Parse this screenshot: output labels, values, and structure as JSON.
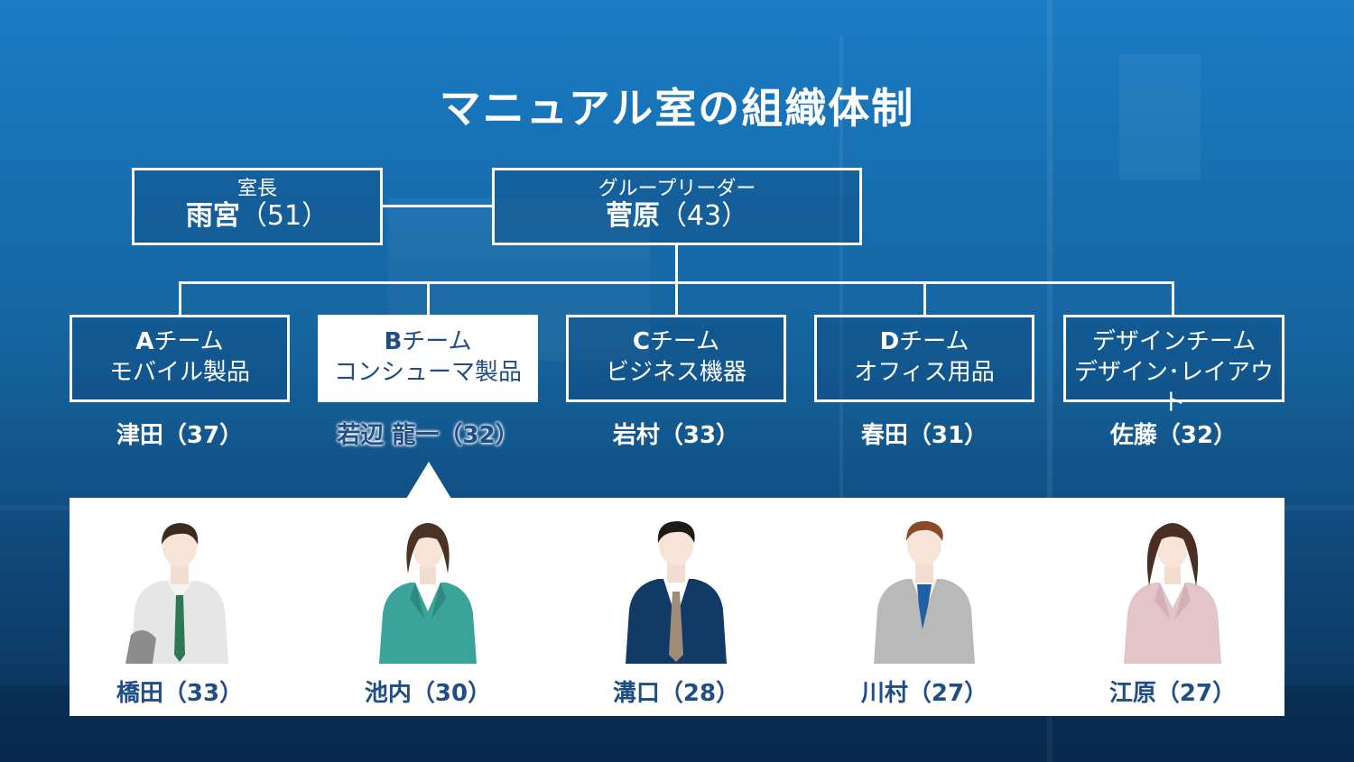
{
  "title": "マニュアル室の組織体制",
  "head": {
    "role": "室長",
    "name": "雨宮",
    "age": "（51）"
  },
  "group_leader": {
    "role": "グループリーダー",
    "name": "菅原",
    "age": "（43）"
  },
  "teams": [
    {
      "code": "A",
      "suffix": "チーム",
      "product": "モバイル製品",
      "leader": "津田（37）",
      "selected": false
    },
    {
      "code": "B",
      "suffix": "チーム",
      "product": "コンシューマ製品",
      "leader": "若辺 龍一（32）",
      "selected": true
    },
    {
      "code": "C",
      "suffix": "チーム",
      "product": "ビジネス機器",
      "leader": "岩村（33）",
      "selected": false
    },
    {
      "code": "D",
      "suffix": "チーム",
      "product": "オフィス用品",
      "leader": "春田（31）",
      "selected": false
    },
    {
      "code": "",
      "suffix": "デザインチーム",
      "product": "デザイン･レイアウト",
      "leader": "佐藤（32）",
      "selected": false
    }
  ],
  "members": [
    {
      "name": "橋田（33）",
      "icon": "male-light-shirt-icon",
      "suit": "#e6e6e6",
      "tie": "#2b7a55"
    },
    {
      "name": "池内（30）",
      "icon": "female-teal-suit-icon",
      "suit": "#3aa39a",
      "tie": "#ffffff"
    },
    {
      "name": "溝口（28）",
      "icon": "male-navy-suit-icon",
      "suit": "#123a66",
      "tie": "#a08a78"
    },
    {
      "name": "川村（27）",
      "icon": "male-gray-suit-icon",
      "suit": "#b9b9b9",
      "tie": "#1f5fa6"
    },
    {
      "name": "江原（27）",
      "icon": "female-pink-suit-icon",
      "suit": "#e3c4c8",
      "tie": "#ffffff"
    }
  ],
  "colors": {
    "accent": "#1f4e86",
    "background_top": "#1a7cc4",
    "background_bottom": "#0b2f57"
  }
}
